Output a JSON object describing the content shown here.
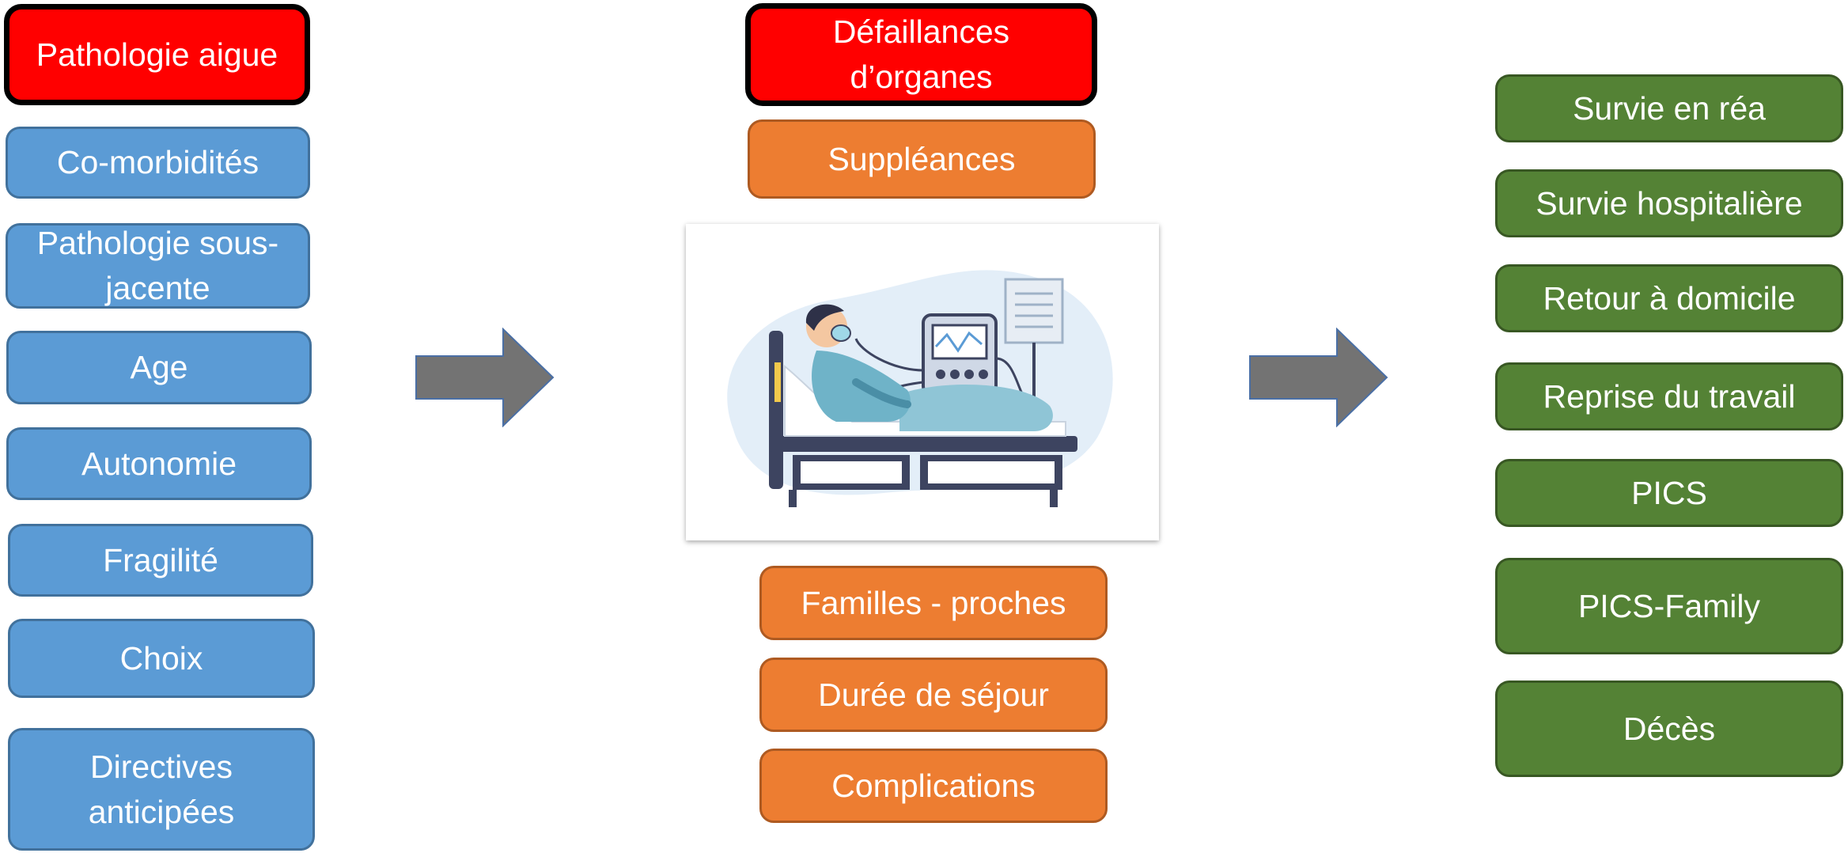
{
  "left_column": {
    "acute": "Pathologie aigue",
    "items": [
      "Co-morbidités",
      "Pathologie sous-jacente",
      "Age",
      "Autonomie",
      "Fragilité",
      "Choix",
      "Directives anticipées"
    ]
  },
  "middle_column": {
    "failures": "Défaillances d’organes",
    "support": "Suppléances",
    "bottom_items": [
      "Familles - proches",
      "Durée de séjour",
      "Complications"
    ],
    "illustration": "icu-patient-on-ventilator-illustration"
  },
  "right_column": {
    "outcomes": [
      "Survie en réa",
      "Survie hospitalière",
      "Retour à domicile",
      "Reprise du travail",
      "PICS",
      "PICS-Family",
      "Décès"
    ]
  },
  "colors": {
    "blue": "#5b9bd5",
    "red": "#ff0000",
    "orange": "#ed7d31",
    "green": "#548235",
    "arrow": "#737373"
  }
}
